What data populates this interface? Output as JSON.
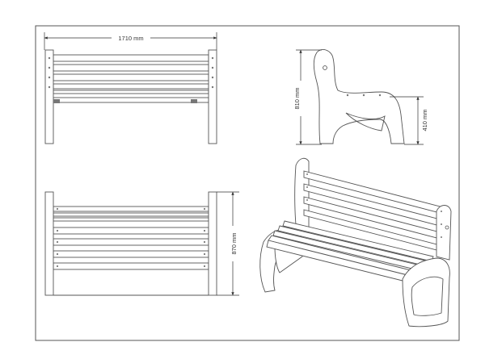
{
  "dimensions": {
    "length": "1710 mm",
    "total_height": "810 mm",
    "seat_height": "410 mm",
    "depth": "870 mm"
  },
  "colors": {
    "line": "#555555",
    "frame": "#555555",
    "background": "#ffffff"
  }
}
